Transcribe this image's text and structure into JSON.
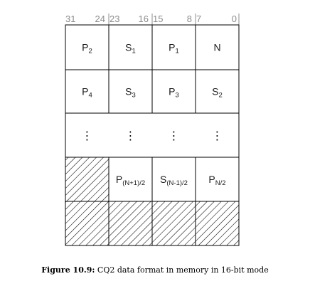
{
  "bit_labels": [
    {
      "text": "31"
    },
    {
      "text": "24"
    },
    {
      "text": "23"
    },
    {
      "text": "16"
    },
    {
      "text": "15"
    },
    {
      "text": "8"
    },
    {
      "text": "7"
    },
    {
      "text": "0"
    }
  ],
  "rows": [
    {
      "cells": [
        {
          "main": "P",
          "sub": "2"
        },
        {
          "main": "S",
          "sub": "1"
        },
        {
          "main": "P",
          "sub": "1"
        },
        {
          "main": "N",
          "sub": ""
        }
      ]
    },
    {
      "cells": [
        {
          "main": "P",
          "sub": "4"
        },
        {
          "main": "S",
          "sub": "3"
        },
        {
          "main": "P",
          "sub": "3"
        },
        {
          "main": "S",
          "sub": "2"
        }
      ]
    },
    {
      "dots": "⋮"
    },
    {
      "cells": [
        {
          "hatched": true
        },
        {
          "main": "P",
          "sub": "(N+1)/2"
        },
        {
          "main": "S",
          "sub": "(N-1)/2"
        },
        {
          "main": "P",
          "sub": "N/2"
        }
      ]
    },
    {
      "cells": [
        {
          "hatched": true
        },
        {
          "hatched": true
        },
        {
          "hatched": true
        },
        {
          "hatched": true
        }
      ]
    }
  ],
  "caption": {
    "label": "Figure 10.9:",
    "text": "CQ2 data format in memory in 16-bit mode"
  }
}
